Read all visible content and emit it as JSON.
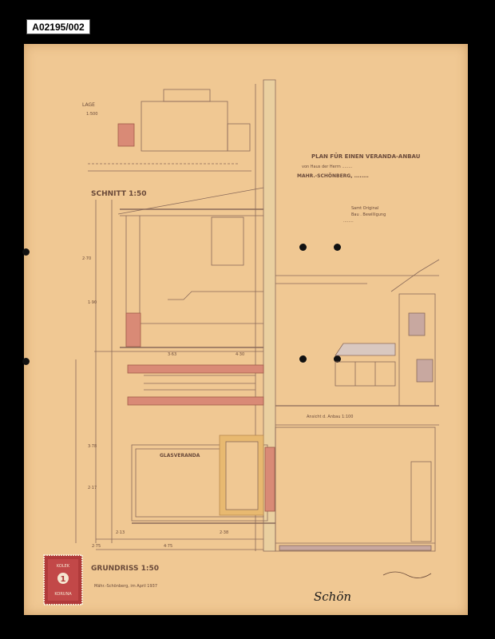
{
  "archive_id": "A02195/002",
  "sheet": {
    "title_lines": [
      "PLAN FÜR EINEN VERANDA-ANBAU",
      "von Haus der Herrn ........",
      "MAHR.-SCHÖNBERG, ........"
    ],
    "lage_label": "LAGE",
    "lage_scale": "1:500",
    "schnitt_label": "SCHNITT 1:50",
    "grundriss_label": "GRUNDRISS 1:50",
    "ansicht_label": "Ansicht d. Anbau  1:100",
    "glasveranda_label": "GLASVERANDA",
    "date_line": "Mähr.-Schönberg, im April 1937",
    "note_lines": [
      "Samt Original",
      "Bau . Bewilligung",
      "........"
    ],
    "signature": "Schön",
    "dims_bottom": [
      "2·75",
      "4·75",
      "2·13",
      "2·38"
    ],
    "dims_left": [
      "3·78",
      "2·17",
      "1·90"
    ],
    "dims_section": [
      "3·63",
      "4·30",
      "2·70"
    ]
  },
  "stamp": {
    "top_text": "KOLEK",
    "value": "1",
    "bottom_text": "KORUNA"
  }
}
